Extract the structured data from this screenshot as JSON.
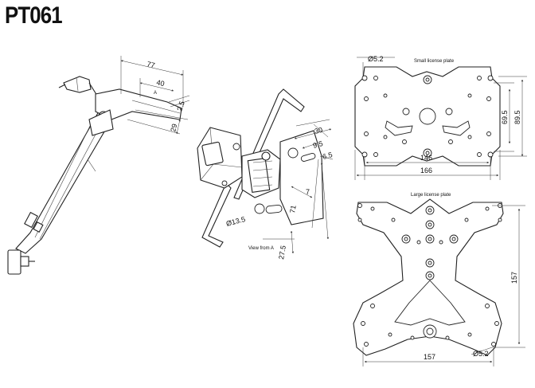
{
  "title": "PT061",
  "side_view": {
    "dims": {
      "d77": "77",
      "d40": "40",
      "dA": "A",
      "d2_5": "2.5",
      "d29": "29"
    }
  },
  "front_view": {
    "caption": "View from A",
    "dims": {
      "d30": "30",
      "d9_5": "9.5",
      "d6_5": "6.5",
      "d7": "7",
      "d71": "71",
      "d13_5": "13.5",
      "d27_5": "27.5"
    }
  },
  "small_plate": {
    "label": "Small license plate",
    "dims": {
      "hole": "5.2",
      "d69_5": "69.5",
      "d89_5": "89.5",
      "d146": "146",
      "d166": "166"
    }
  },
  "large_plate": {
    "label": "Large license plate",
    "dims": {
      "d157v": "157",
      "d157h": "157",
      "hole": "5.2"
    }
  },
  "symbols": {
    "diameter": "Ø"
  }
}
